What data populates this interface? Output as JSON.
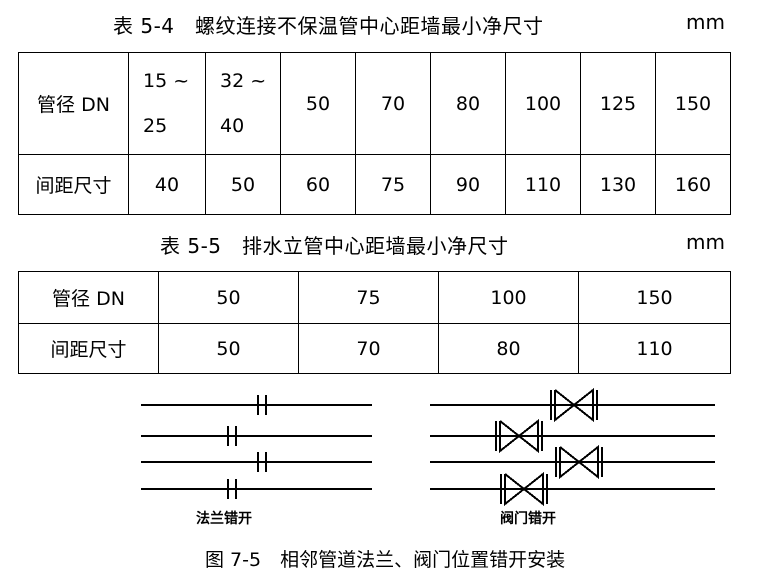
{
  "tables": [
    {
      "title": "表 5-4　螺纹连接不保温管中心距墙最小净尺寸",
      "unit": "mm",
      "rows": [
        {
          "label": "管径 DN",
          "values": [
            "15 ~\n25",
            "32 ~\n40",
            "50",
            "70",
            "80",
            "100",
            "125",
            "150"
          ]
        },
        {
          "label": "间距尺寸",
          "values": [
            "40",
            "50",
            "60",
            "75",
            "90",
            "110",
            "130",
            "160"
          ]
        }
      ],
      "range_cells": [
        {
          "top": "15 ~",
          "bottom": "25"
        },
        {
          "top": "32 ~",
          "bottom": "40"
        }
      ]
    },
    {
      "title": "表 5-5　排水立管中心距墙最小净尺寸",
      "unit": "mm",
      "rows": [
        {
          "label": "管径 DN",
          "values": [
            "50",
            "75",
            "100",
            "150"
          ]
        },
        {
          "label": "间距尺寸",
          "values": [
            "50",
            "70",
            "80",
            "110"
          ]
        }
      ]
    }
  ],
  "figure": {
    "caption": "图 7-5　相邻管道法兰、阀门位置错开安装",
    "left_label": "法兰错开",
    "right_label": "阀门错开",
    "line_color": "#000000"
  }
}
